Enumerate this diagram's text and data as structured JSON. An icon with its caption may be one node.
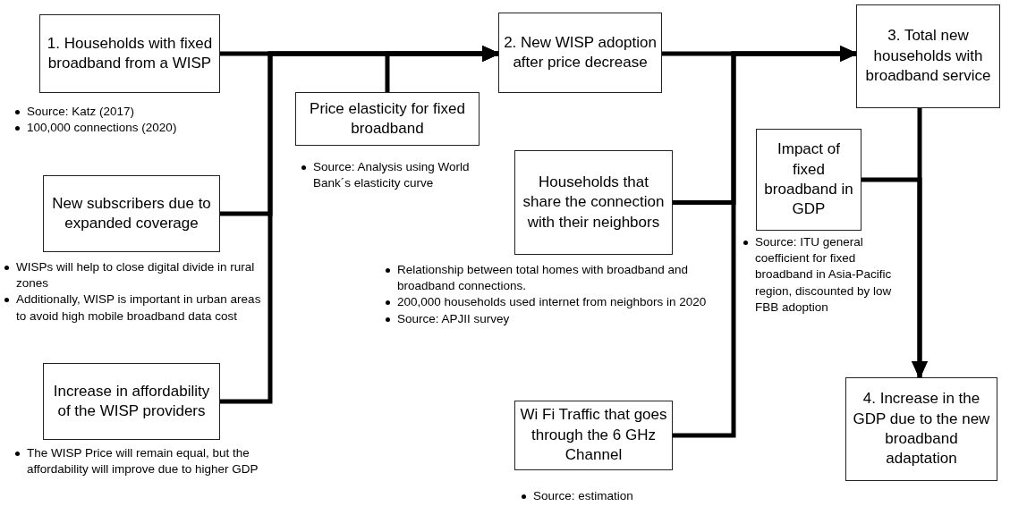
{
  "diagram": {
    "nodes": [
      {
        "text": [
          "1. Households with fixed broadband from a WISP"
        ],
        "beside": [
          "Source: Katz (2017)",
          "100,000 connections (2020)"
        ]
      },
      {
        "text": [
          "New subscribers due to expanded coverage"
        ],
        "beside": [
          "WISPs will help to close digital divide in rural zones",
          "Additionally, WISP is important in urban areas to avoid high mobile broadband data cost"
        ]
      },
      {
        "text": [
          "Increase in affordability of the WISP providers"
        ],
        "beside": [
          "The WISP Price will remain equal, but the affordability will improve due to higher GDP"
        ]
      },
      {
        "text": [
          "Price elasticity for fixed broadband"
        ],
        "beside": [
          "Source: Analysis using World Bank´s elasticity curve"
        ]
      },
      {
        "text": [
          "2. New WISP adoption after price decrease"
        ]
      },
      {
        "text": [
          "Households that share the connection with their neighbors"
        ],
        "beside": [
          "Relationship between total homes with broadband and broadband connections.",
          "200,000 households used internet from neighbors in 2020",
          "Source: APJII survey"
        ]
      },
      {
        "text": [
          "Wi Fi Traffic that goes through the 6 GHz Channel"
        ],
        "beside": [
          "Source: estimation"
        ]
      },
      {
        "text": [
          "3. Total new households with broadband service"
        ]
      },
      {
        "text": [
          "Impact of fixed broadband in GDP"
        ],
        "beside": [
          "Source: ITU general coefficient for fixed broadband in Asia-Pacific region, discounted by low FBB adoption"
        ]
      },
      {
        "text": [
          "4. Increase in the GDP due to the new broadband adaptation"
        ]
      }
    ],
    "edges": [
      {
        "from": 0,
        "to": 4,
        "arrow": "to"
      },
      {
        "from": 1,
        "to": 4,
        "arrow": "to"
      },
      {
        "from": 2,
        "to": 4,
        "arrow": "to"
      },
      {
        "from": 3,
        "to": 4,
        "arrow": "to"
      },
      {
        "from": 4,
        "to": 7,
        "arrow": "to"
      },
      {
        "from": 5,
        "to": 7,
        "arrow": "to"
      },
      {
        "from": 6,
        "to": 7,
        "arrow": "to"
      },
      {
        "from": 7,
        "to": 9,
        "arrow": "to"
      },
      {
        "from": 8,
        "to": 9,
        "arrow": "to"
      }
    ]
  }
}
